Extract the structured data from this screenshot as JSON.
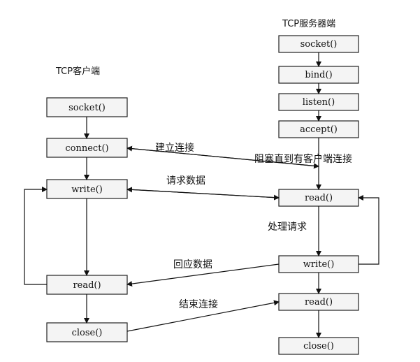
{
  "client": {
    "title": "TCP客户端",
    "socket": "socket()",
    "connect": "connect()",
    "write": "write()",
    "read": "read()",
    "close": "close()"
  },
  "server": {
    "title": "TCP服务器端",
    "socket": "socket()",
    "bind": "bind()",
    "listen": "listen()",
    "accept": "accept()",
    "read": "read()",
    "write": "write()",
    "read2": "read()",
    "close": "close()"
  },
  "labels": {
    "connect": "建立连接",
    "request": "请求数据",
    "block": "阻塞直到有客户端连接",
    "process": "处理请求",
    "reply": "回应数据",
    "end": "结束连接"
  }
}
